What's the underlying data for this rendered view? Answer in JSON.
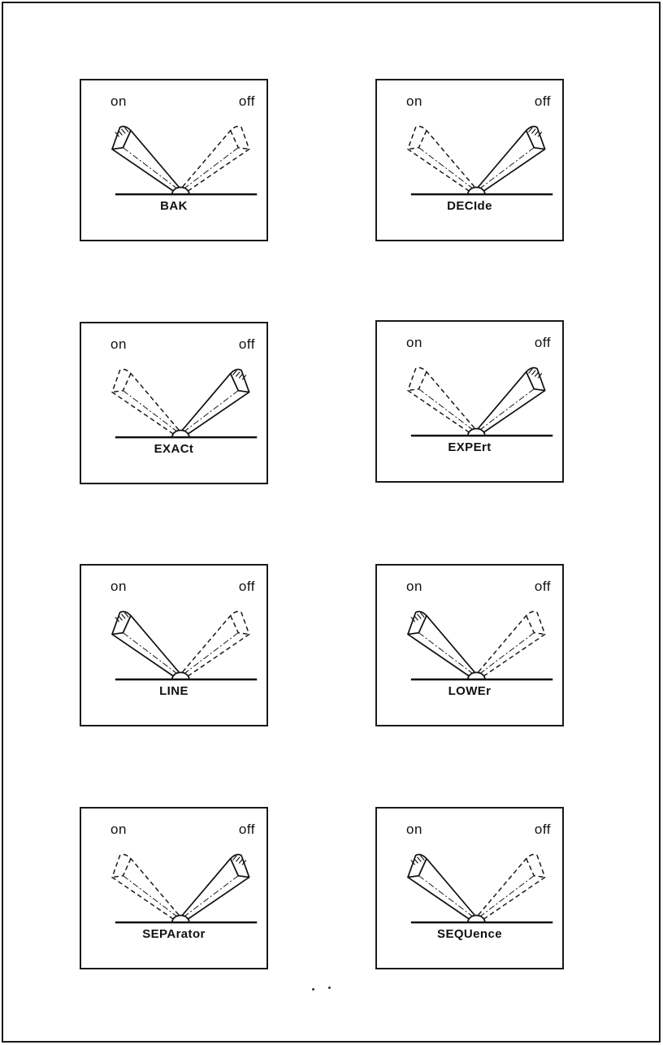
{
  "labels": {
    "on": "on",
    "off": "off"
  },
  "switches": [
    {
      "name": "BAK",
      "state": "on"
    },
    {
      "name": "DECIde",
      "state": "off"
    },
    {
      "name": "EXACt",
      "state": "off"
    },
    {
      "name": "EXPErt",
      "state": "off"
    },
    {
      "name": "LINE",
      "state": "on"
    },
    {
      "name": "LOWEr",
      "state": "on"
    },
    {
      "name": "SEPArator",
      "state": "off"
    },
    {
      "name": "SEQUence",
      "state": "on"
    }
  ]
}
